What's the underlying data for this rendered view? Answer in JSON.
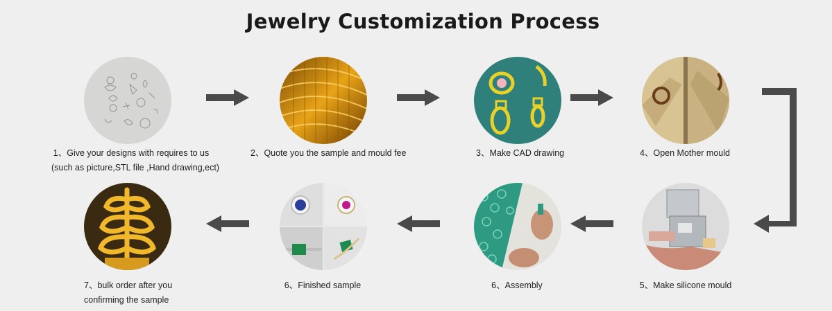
{
  "title": "Jewelry Customization Process",
  "steps": [
    {
      "id": 1,
      "line1": "1、Give your designs with requires to us",
      "line2": "(such as picture,STL file ,Hand drawing,ect)",
      "icon": "hand-drawing-sketch-image"
    },
    {
      "id": 2,
      "line1": "2、Quote you the sample and mould fee",
      "line2": "",
      "icon": "gold-bangles-image"
    },
    {
      "id": 3,
      "line1": "3、Make CAD drawing",
      "line2": "",
      "icon": "cad-ring-render-image"
    },
    {
      "id": 4,
      "line1": "4、Open Mother mould",
      "line2": "",
      "icon": "mother-mould-image"
    },
    {
      "id": 5,
      "line1": "5、Make silicone mould",
      "line2": "",
      "icon": "silicone-mould-machine-image"
    },
    {
      "id": 6,
      "line1": "6、Assembly",
      "line2": "",
      "icon": "wax-tree-assembly-image"
    },
    {
      "id": 7,
      "line1": "6、Finished sample",
      "line2": "",
      "icon": "finished-gem-rings-image"
    },
    {
      "id": 8,
      "line1": "7、bulk order after you",
      "line2": "confirming the sample",
      "icon": "gold-casting-tree-image"
    }
  ],
  "colors": {
    "background": "#efefef",
    "arrow": "#4a4a4a",
    "text": "#222222"
  }
}
